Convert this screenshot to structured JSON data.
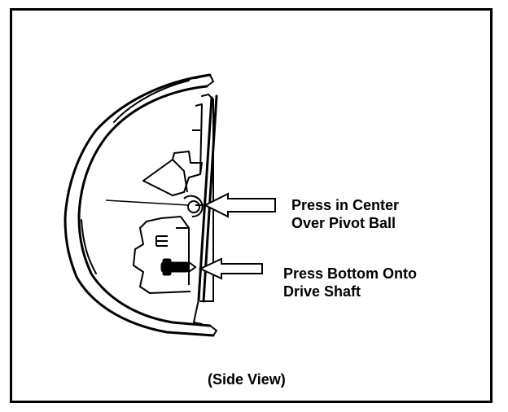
{
  "callouts": {
    "center": {
      "line1": "Press in Center",
      "line2": "Over Pivot Ball"
    },
    "bottom": {
      "line1": "Press Bottom Onto",
      "line2": "Drive Shaft"
    }
  },
  "caption": "(Side View)",
  "colors": {
    "ink": "#000000",
    "paper": "#ffffff"
  }
}
